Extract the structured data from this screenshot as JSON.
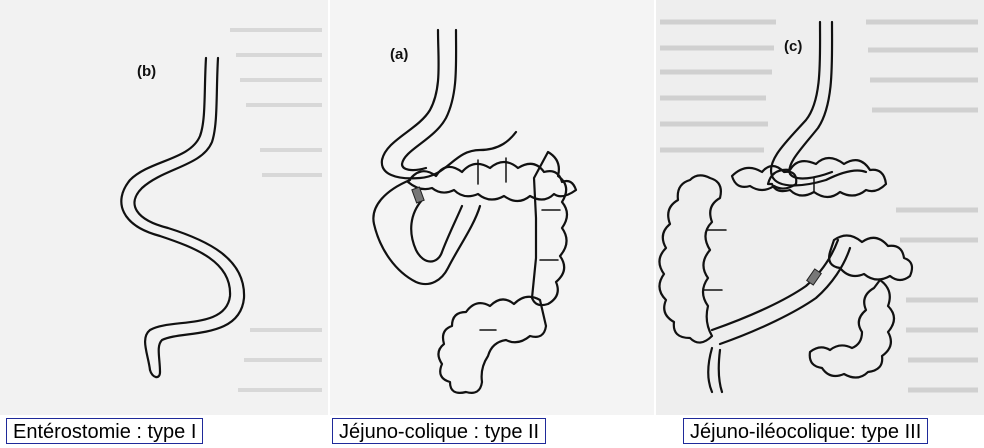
{
  "panels": [
    {
      "id": "b",
      "tag": "(b)",
      "caption": "Entérostomie : type I"
    },
    {
      "id": "a",
      "tag": "(a)",
      "caption": "Jéjuno-colique : type II"
    },
    {
      "id": "c",
      "tag": "(c)",
      "caption": "Jéjuno-iléocolique: type III"
    }
  ],
  "colors": {
    "outline": "#111111",
    "page_bg": "#f2f2f2",
    "caption_border": "#1f2a9a"
  }
}
